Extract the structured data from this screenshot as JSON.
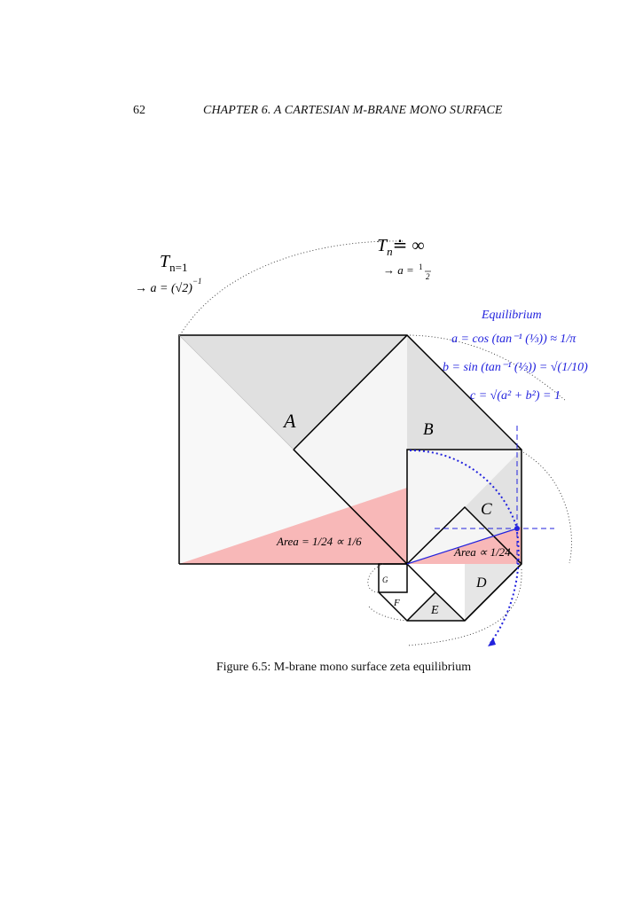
{
  "page": {
    "number": "62",
    "running_head": "CHAPTER 6.   A CARTESIAN M-BRANE MONO SURFACE",
    "caption": "Figure 6.5: M-brane mono surface zeta equilibrium"
  },
  "figure": {
    "labels": {
      "A": "A",
      "B": "B",
      "C": "C",
      "D": "D",
      "E": "E",
      "F": "F",
      "G": "G"
    },
    "t1": {
      "T": "T",
      "sub": "n=1",
      "arrow_a": "→ a = (√2)",
      "exp": "−1"
    },
    "tinf": {
      "T": "T",
      "sub": "n",
      "rel": "≐ ∞",
      "arrow_a": "→ a = ",
      "num": "1",
      "den": "2"
    },
    "equilibrium": {
      "title": "Equilibrium",
      "line_a": "a = cos (tan⁻¹ (⅓)) ≈ 1/π",
      "line_b": "b = sin (tan⁻¹ (⅓)) = √(1/10)",
      "line_c": "c = √(a² + b²) = 1"
    },
    "area_left": "Area = 1/24 ∝ 1/6",
    "area_right": "Area ∝ 1/24",
    "colors": {
      "accent": "#2222dd",
      "pink": "#f8b8b8",
      "gray_dark": "#e0e0e0",
      "gray_light": "#f6f6f6"
    }
  }
}
